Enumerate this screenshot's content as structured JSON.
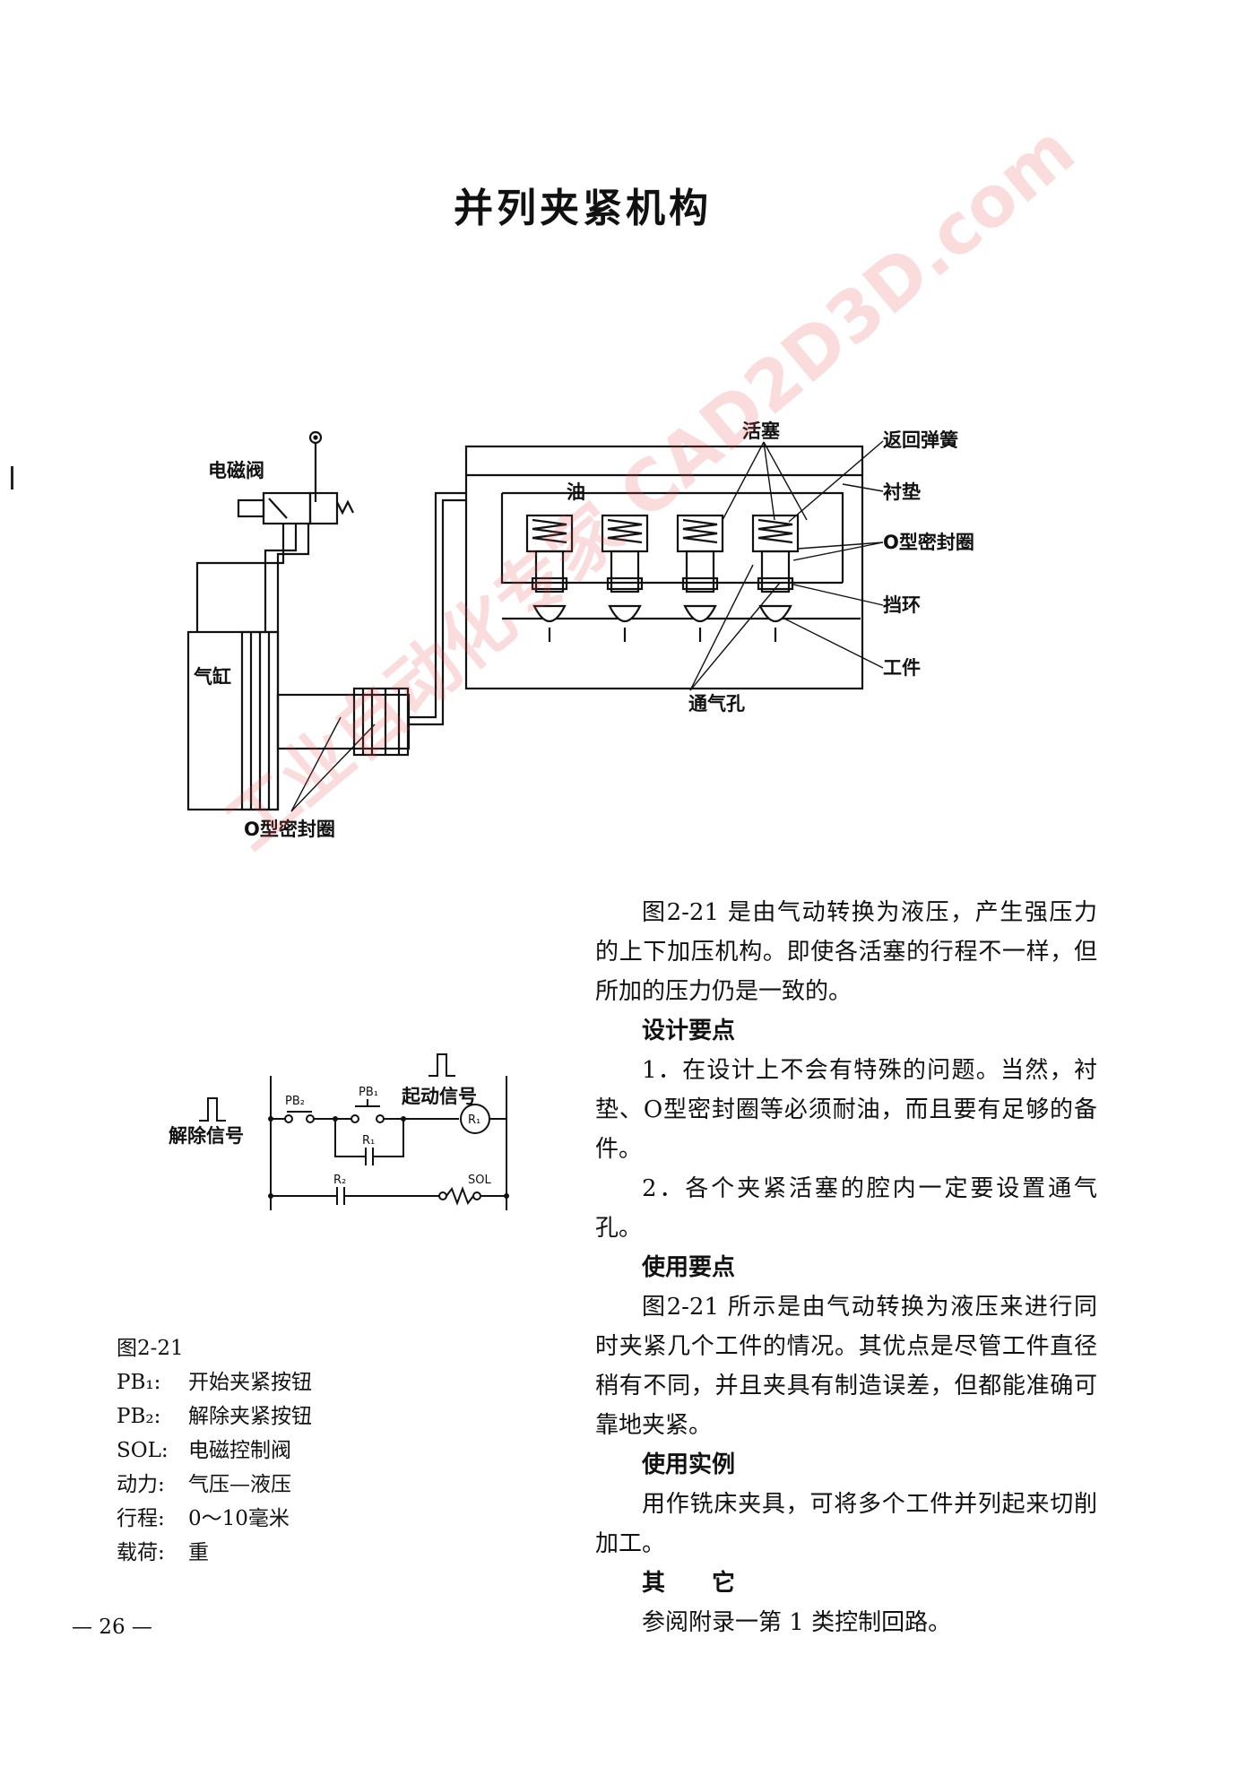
{
  "title": "并列夹紧机构",
  "figure": {
    "labels": {
      "solenoid_valve": "电磁阀",
      "cylinder": "气缸",
      "o_ring_bottom": "O型密封圈",
      "oil": "油",
      "piston": "活塞",
      "return_spring": "返回弹簧",
      "liner": "衬垫",
      "o_ring_right": "O型密封圈",
      "retaining_ring": "挡环",
      "workpiece": "工件",
      "vent_hole": "通气孔"
    },
    "circuit": {
      "release_signal": "解除信号",
      "start_signal": "起动信号",
      "pb2": "PB₂",
      "pb1": "PB₁",
      "r1_coil": "R₁",
      "r1_contact": "R₁",
      "r2": "R₂",
      "sol": "SOL"
    }
  },
  "watermark": "工业自动化专家 CAD2D3D.com",
  "caption": {
    "figure_no": "图2-21",
    "items": [
      {
        "key": "PB₁:",
        "value": "开始夹紧按钮"
      },
      {
        "key": "PB₂:",
        "value": "解除夹紧按钮"
      },
      {
        "key": "SOL:",
        "value": "电磁控制阀"
      },
      {
        "key": "动力:",
        "value": "气压—液压"
      },
      {
        "key": "行程:",
        "value": "0～10毫米"
      },
      {
        "key": "载荷:",
        "value": "重"
      }
    ]
  },
  "body": {
    "intro": "图2-21 是由气动转换为液压，产生强压力的上下加压机构。即使各活塞的行程不一样，但所加的压力仍是一致的。",
    "design_heading": "设计要点",
    "design_1": "1．在设计上不会有特殊的问题。当然，衬垫、O型密封圈等必须耐油，而且要有足够的备件。",
    "design_2": "2．各个夹紧活塞的腔内一定要设置通气孔。",
    "usage_heading": "使用要点",
    "usage_text": "图2-21 所示是由气动转换为液压来进行同时夹紧几个工件的情况。其优点是尽管工件直径稍有不同，并且夹具有制造误差，但都能准确可靠地夹紧。",
    "example_heading": "使用实例",
    "example_text": "用作铣床夹具，可将多个工件并列起来切削加工。",
    "other_heading": "其　　它",
    "other_text": "参阅附录一第 1 类控制回路。"
  },
  "page_number": "— 26 —"
}
